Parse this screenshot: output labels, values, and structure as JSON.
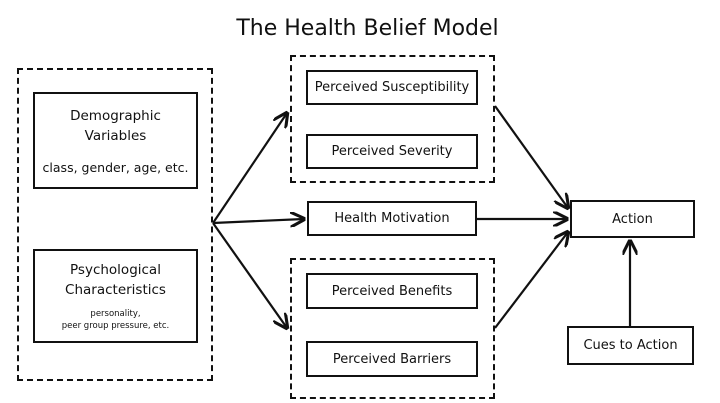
{
  "title": "The Health Belief Model",
  "modifying_factors": {
    "demographic": {
      "line1": "Demographic",
      "line2": "Variables",
      "detail": "class, gender, age, etc."
    },
    "psychological": {
      "line1": "Psychological",
      "line2": "Characteristics",
      "detail1": "personality,",
      "detail2": "peer group pressure, etc."
    }
  },
  "threat_group": {
    "susceptibility": "Perceived Susceptibility",
    "severity": "Perceived Severity"
  },
  "health_motivation": "Health Motivation",
  "benefits_group": {
    "benefits": "Perceived Benefits",
    "barriers": "Perceived Barriers"
  },
  "action": "Action",
  "cues_to_action": "Cues to Action"
}
